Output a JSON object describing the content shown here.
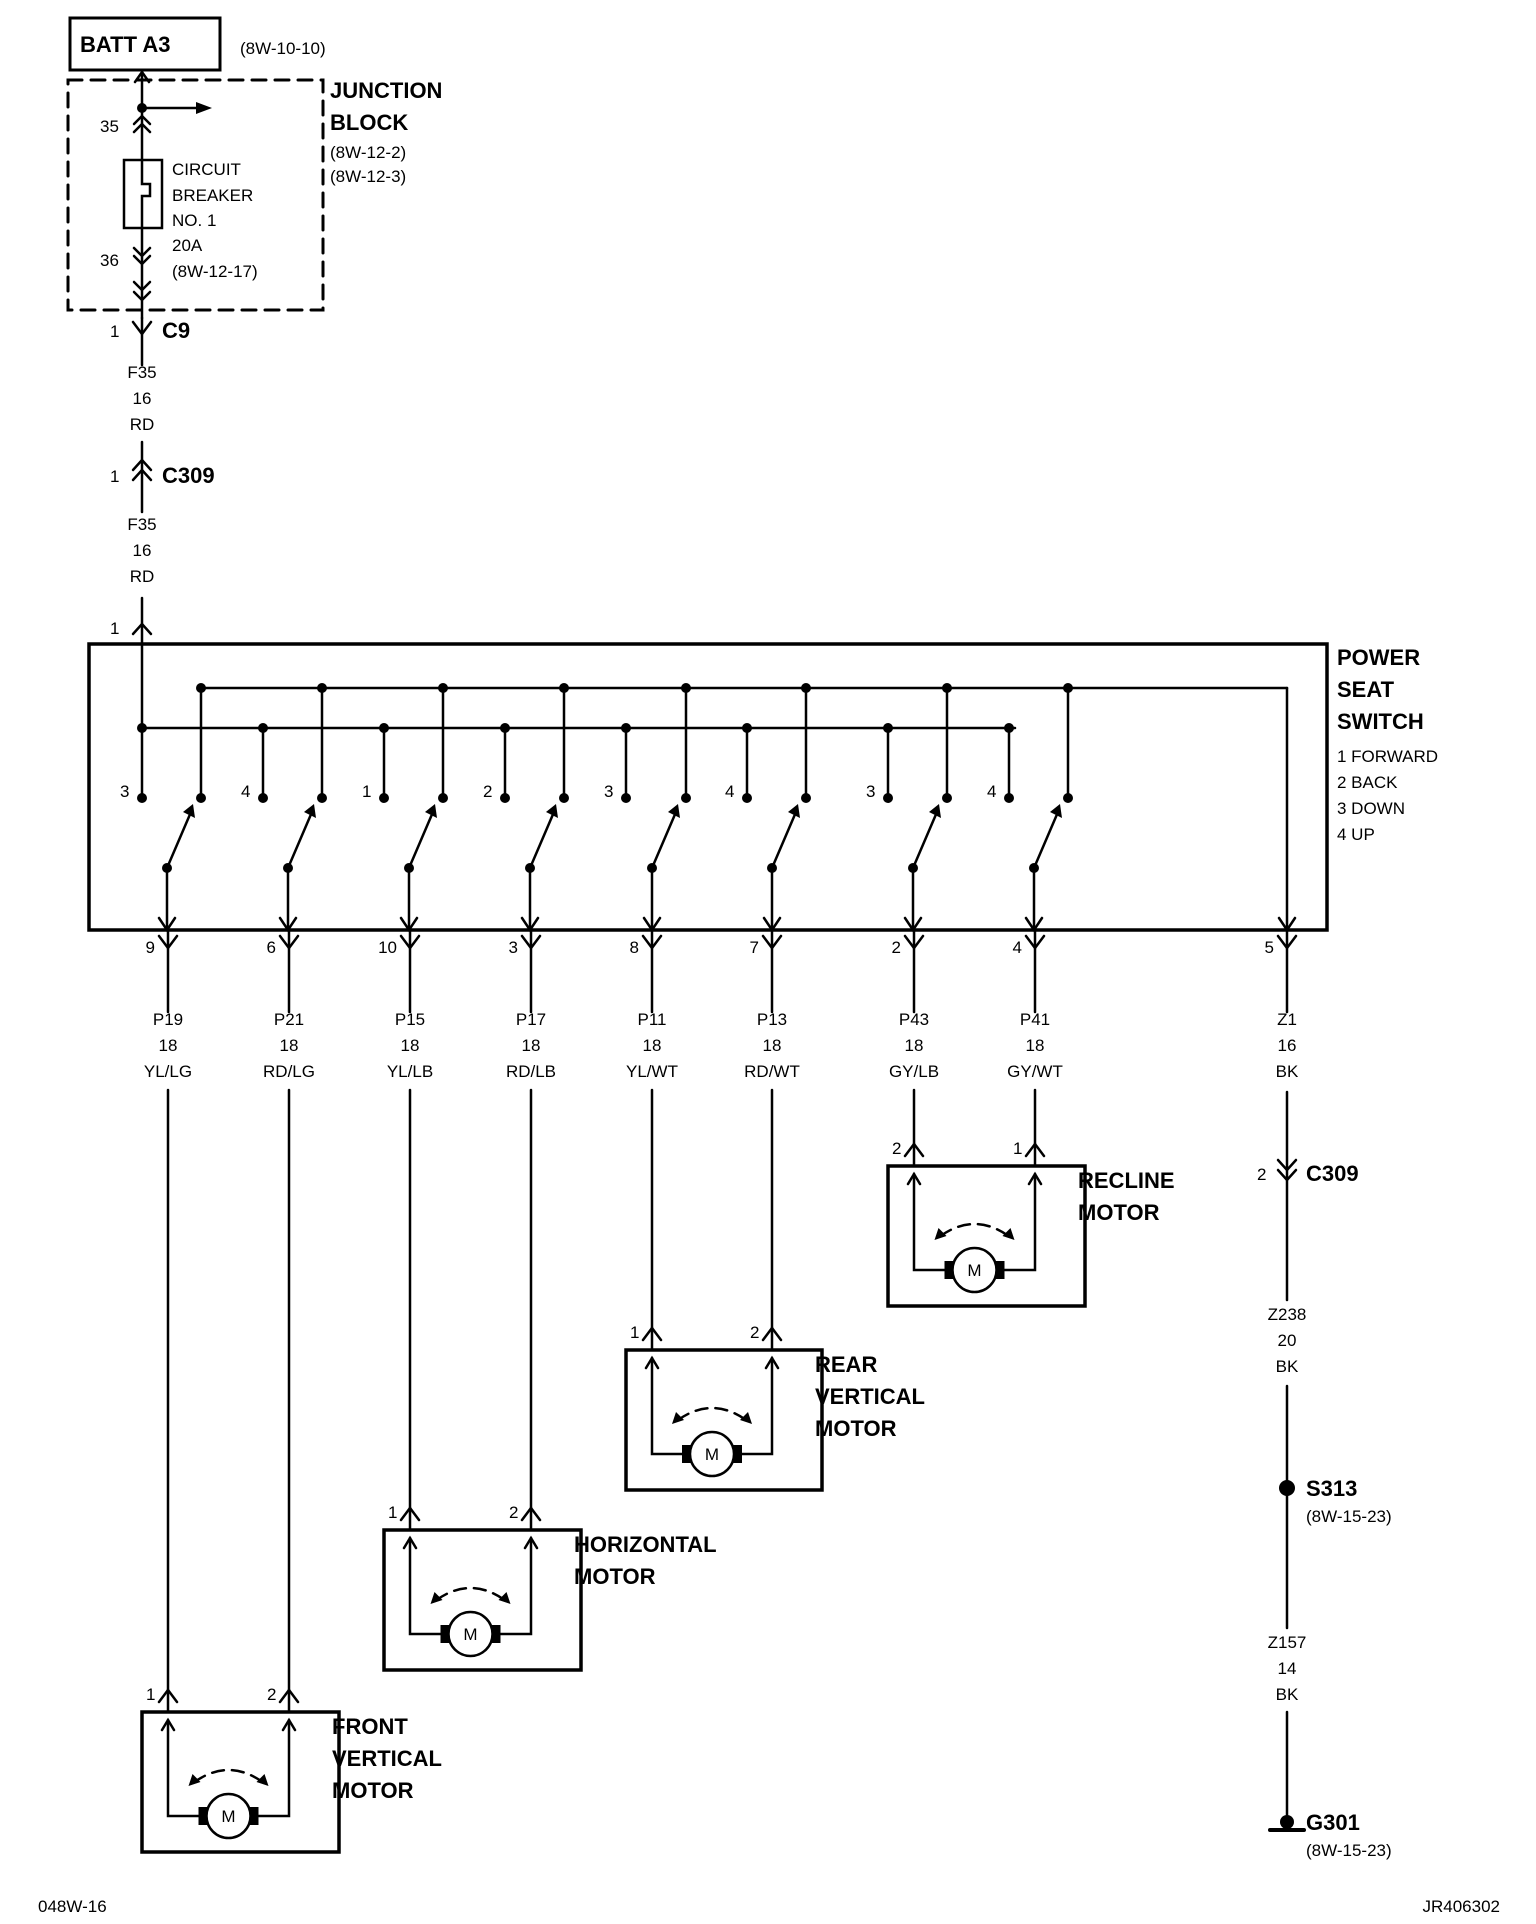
{
  "power_source": {
    "label": "BATT A3",
    "ref": "(8W-10-10)"
  },
  "junction_block": {
    "title_lines": [
      "JUNCTION",
      "BLOCK"
    ],
    "refs": [
      "(8W-12-2)",
      "(8W-12-3)"
    ],
    "pin_top": "35",
    "pin_bottom": "36",
    "breaker_lines": [
      "CIRCUIT",
      "BREAKER",
      "NO. 1",
      "20A",
      "(8W-12-17)"
    ]
  },
  "connector_c9": {
    "pin": "1",
    "name": "C9"
  },
  "wire_f35_upper": [
    "F35",
    "16",
    "RD"
  ],
  "connector_c309_top": {
    "pin": "1",
    "name": "C309"
  },
  "wire_f35_lower": [
    "F35",
    "16",
    "RD"
  ],
  "switch_input_pin": "1",
  "power_seat_switch": {
    "title_lines": [
      "POWER",
      "SEAT",
      "SWITCH"
    ],
    "legend": [
      "1 FORWARD",
      "2 BACK",
      "3 DOWN",
      "4 UP"
    ],
    "contact_labels": [
      "3",
      "4",
      "1",
      "2",
      "3",
      "4",
      "3",
      "4"
    ]
  },
  "output_pins": [
    "9",
    "6",
    "10",
    "3",
    "8",
    "7",
    "2",
    "4",
    "5"
  ],
  "wires": [
    [
      "P19",
      "18",
      "YL/LG"
    ],
    [
      "P21",
      "18",
      "RD/LG"
    ],
    [
      "P15",
      "18",
      "YL/LB"
    ],
    [
      "P17",
      "18",
      "RD/LB"
    ],
    [
      "P11",
      "18",
      "YL/WT"
    ],
    [
      "P13",
      "18",
      "RD/WT"
    ],
    [
      "P43",
      "18",
      "GY/LB"
    ],
    [
      "P41",
      "18",
      "GY/WT"
    ],
    [
      "Z1",
      "16",
      "BK"
    ]
  ],
  "motors": {
    "recline": {
      "title_lines": [
        "RECLINE",
        "MOTOR"
      ],
      "pin_left": "2",
      "pin_right": "1",
      "symbol": "M"
    },
    "rear_vertical": {
      "title_lines": [
        "REAR",
        "VERTICAL",
        "MOTOR"
      ],
      "pin_left": "1",
      "pin_right": "2",
      "symbol": "M"
    },
    "horizontal": {
      "title_lines": [
        "HORIZONTAL",
        "MOTOR"
      ],
      "pin_left": "1",
      "pin_right": "2",
      "symbol": "M"
    },
    "front_vertical": {
      "title_lines": [
        "FRONT",
        "VERTICAL",
        "MOTOR"
      ],
      "pin_left": "1",
      "pin_right": "2",
      "symbol": "M"
    }
  },
  "ground_path": {
    "connector_c309": {
      "pin": "2",
      "name": "C309"
    },
    "wire_z238": [
      "Z238",
      "20",
      "BK"
    ],
    "splice": {
      "name": "S313",
      "ref": "(8W-15-23)"
    },
    "wire_z157": [
      "Z157",
      "14",
      "BK"
    ],
    "ground": {
      "name": "G301",
      "ref": "(8W-15-23)"
    }
  },
  "footer": {
    "left": "048W-16",
    "right": "JR406302"
  }
}
